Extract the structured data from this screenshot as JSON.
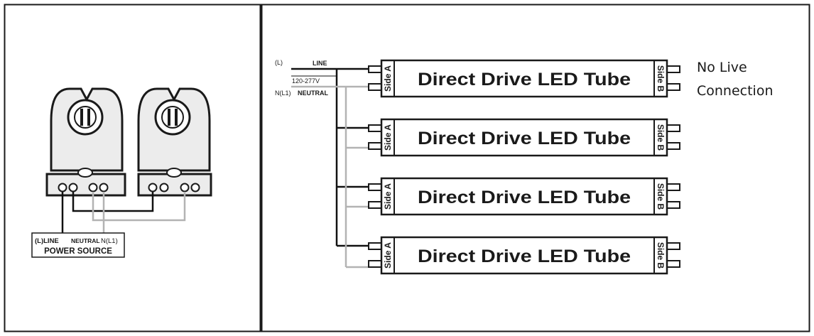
{
  "left_panel": {
    "power_source": {
      "line_label": "(L)LINE",
      "neutral_label": "NEUTRAL",
      "n_label": "N(L1)",
      "title": "POWER SOURCE"
    }
  },
  "right_panel": {
    "supply": {
      "l_label": "(L)",
      "line_label": "LINE",
      "voltage_label": "120-277V",
      "neutral_prefix": "N(L1)",
      "neutral_label": "NEUTRAL"
    },
    "tubes": [
      {
        "label": "Direct Drive LED Tube",
        "side_a": "Side A",
        "side_b": "Side B"
      },
      {
        "label": "Direct Drive LED Tube",
        "side_a": "Side A",
        "side_b": "Side B"
      },
      {
        "label": "Direct Drive LED Tube",
        "side_a": "Side A",
        "side_b": "Side B"
      },
      {
        "label": "Direct Drive LED Tube",
        "side_a": "Side A",
        "side_b": "Side B"
      }
    ],
    "no_live_line1": "No Live",
    "no_live_line2": "Connection"
  },
  "colors": {
    "line_wire": "#111111",
    "neutral_wire": "#b3b3b3",
    "outline": "#1a1a1a",
    "lampholder_fill": "#ececec"
  }
}
